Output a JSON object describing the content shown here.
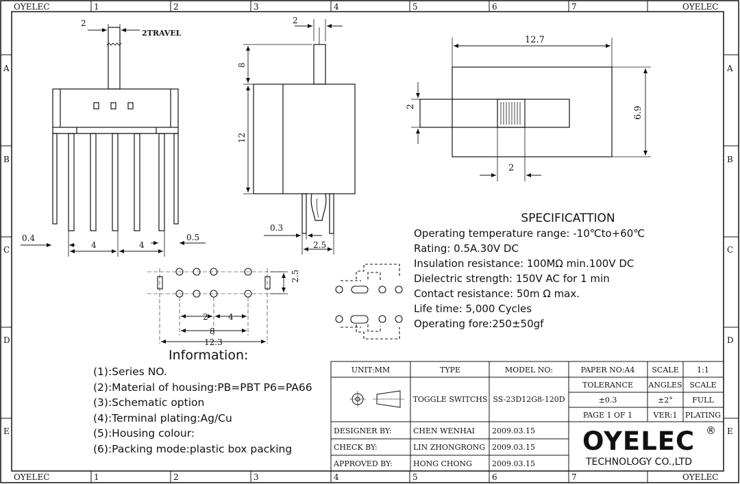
{
  "frame": {
    "brand_label": "OYELEC",
    "columns": [
      "1",
      "2",
      "3",
      "4",
      "5",
      "6",
      "7"
    ],
    "rows": [
      "A",
      "B",
      "C",
      "D",
      "E"
    ]
  },
  "dims": {
    "side_travel_2": "2",
    "side_travel_label": "2TRAVEL",
    "side_04": "0.4",
    "side_4a": "4",
    "side_4b": "4",
    "side_05": "0.5",
    "front_2": "2",
    "front_8": "8",
    "front_12": "12",
    "front_03": "0.3",
    "front_25": "2.5",
    "top_127": "12.7",
    "top_2v": "2",
    "top_69": "6.9",
    "top_2h": "2",
    "pcb_25": "2.5",
    "pcb_2": "2",
    "pcb_4": "4",
    "pcb_8": "8",
    "pcb_123": "12.3"
  },
  "spec": {
    "title": "SPECIFICATTION",
    "lines": [
      "Operating temperature range: -10℃to+60℃",
      "Rating: 0.5A.30V DC",
      "Insulation resistance: 100MΩ min.100V DC",
      "Dielectric strength: 150V AC for 1 min",
      "Contact resistance: 50m Ω max.",
      "Life time: 5,000 Cycles",
      "Operating fore:250±50gf"
    ]
  },
  "info": {
    "title": "Information:",
    "lines": [
      "(1):Series NO.",
      "(2):Material of housing:PB=PBT P6=PA66",
      "(3):Schematic option",
      "(4):Terminal plating:Ag/Cu",
      "(5):Housing colour:",
      "(6):Packing mode:plastic box packing"
    ]
  },
  "title_block": {
    "unit": "UNIT:MM",
    "type_header": "TYPE",
    "model_header": "MODEL NO:",
    "paper": "PAPER NO:A4",
    "scale_header": "SCALE",
    "scale_value": "1:1",
    "tolerance_header": "TOLERANCE",
    "angles_header": "ANGLES",
    "scale2_header": "SCALE",
    "type_value": "TOGGLE SWITCHS",
    "model_value": "SS-23D12G8-120D",
    "tolerance_value": "±0.3",
    "angles_value": "±2°",
    "scale2_value": "FULL",
    "page": "PAGE 1 OF 1",
    "ver": "VER:1",
    "plating": "PLATING",
    "designer_label": "DESIGNER BY:",
    "designer_name": "CHEN WENHAI",
    "designer_date": "2009.03.15",
    "check_label": "CHECK BY:",
    "check_name": "LIN ZHONGRONG",
    "check_date": "2009.03.15",
    "approved_label": "APPROVED BY:",
    "approved_name": "HONG CHONG",
    "approved_date": "2009.03.15",
    "logo_text": "OYELEC",
    "registered": "®",
    "company": "TECHNOLOGY CO.,LTD"
  }
}
